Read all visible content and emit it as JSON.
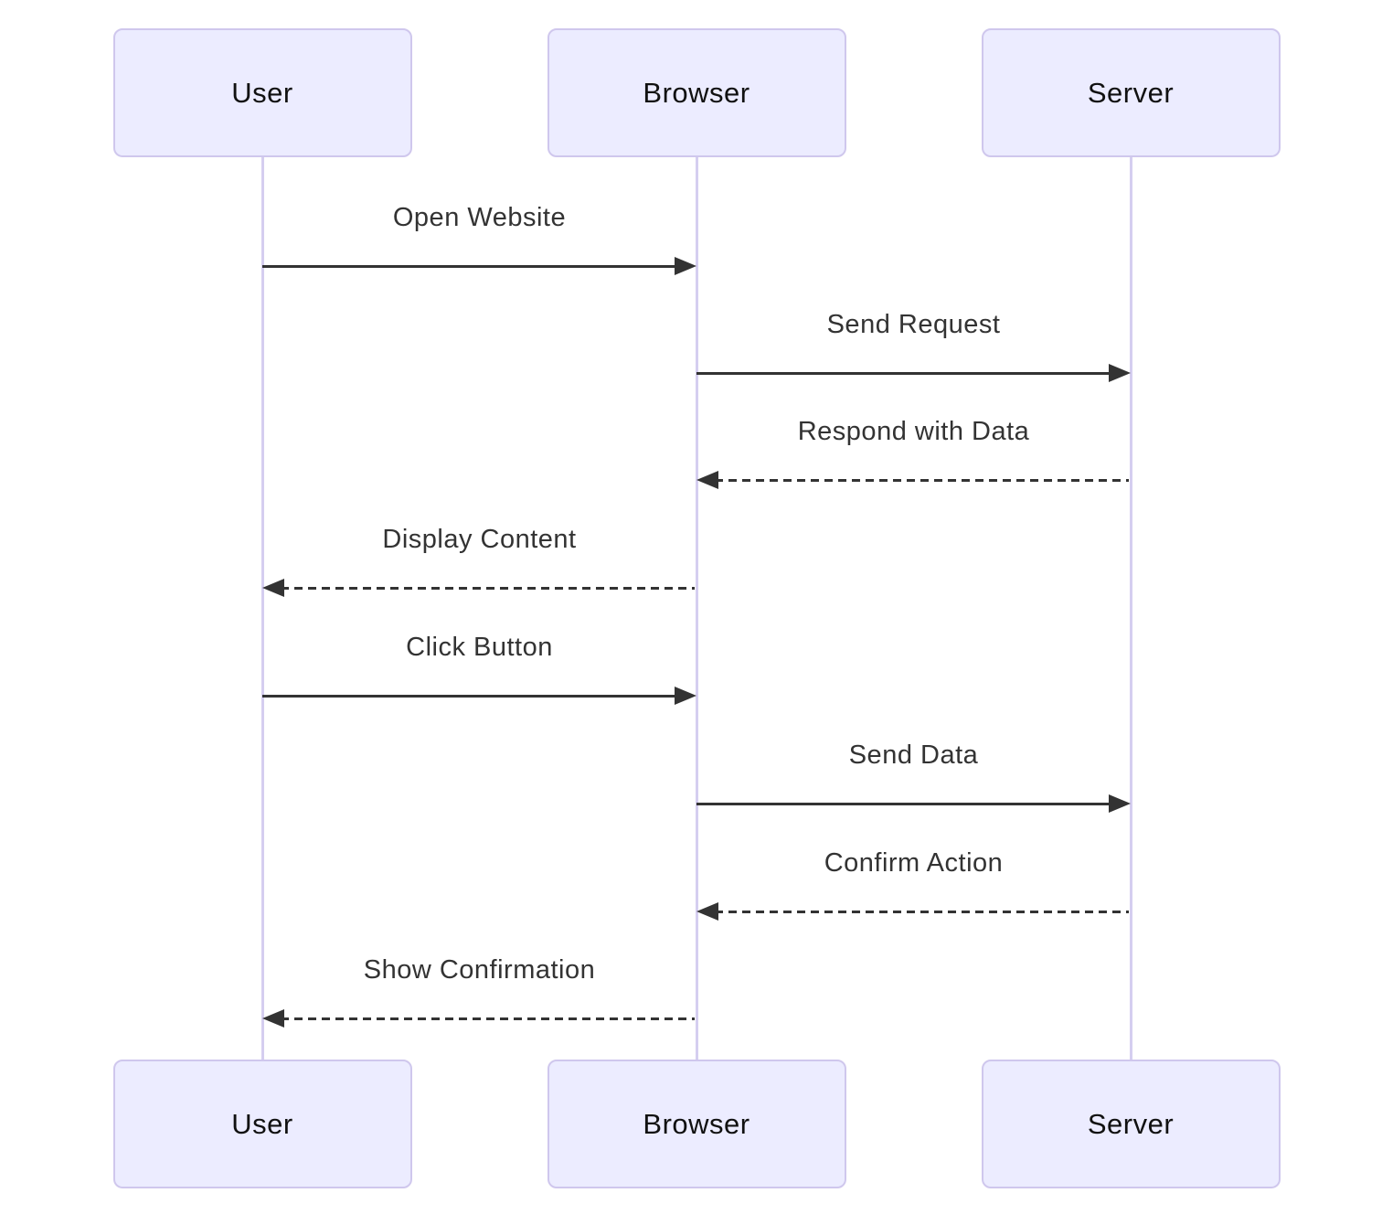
{
  "diagram": {
    "kind": "sequence-diagram"
  },
  "actors": [
    {
      "label": "User"
    },
    {
      "label": "Browser"
    },
    {
      "label": "Server"
    }
  ],
  "messages": [
    {
      "label": "Open Website",
      "from": 0,
      "to": 1,
      "line": "solid"
    },
    {
      "label": "Send Request",
      "from": 1,
      "to": 2,
      "line": "solid"
    },
    {
      "label": "Respond with Data",
      "from": 2,
      "to": 1,
      "line": "dashed"
    },
    {
      "label": "Display Content",
      "from": 1,
      "to": 0,
      "line": "dashed"
    },
    {
      "label": "Click Button",
      "from": 0,
      "to": 1,
      "line": "solid"
    },
    {
      "label": "Send Data",
      "from": 1,
      "to": 2,
      "line": "solid"
    },
    {
      "label": "Confirm Action",
      "from": 2,
      "to": 1,
      "line": "dashed"
    },
    {
      "label": "Show Confirmation",
      "from": 1,
      "to": 0,
      "line": "dashed"
    }
  ],
  "colors": {
    "background": "#FFFFFF",
    "actor_fill": "#ECECFF",
    "actor_border": "#CFC7ED",
    "lifeline": "#D5CEF0",
    "message": "#333333"
  }
}
